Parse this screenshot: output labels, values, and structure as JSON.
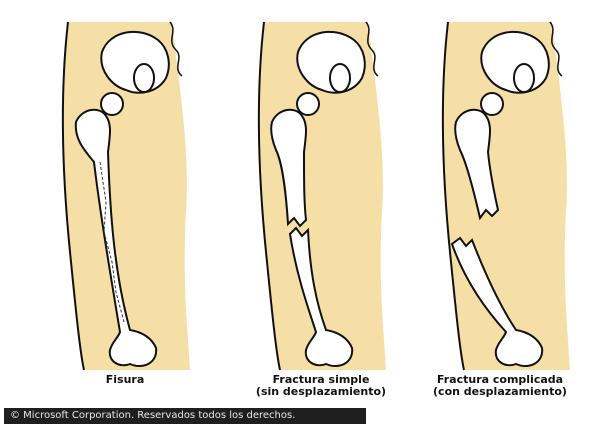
{
  "panels": [
    {
      "caption_line1": "Fisura",
      "caption_line2": ""
    },
    {
      "caption_line1": "Fractura simple",
      "caption_line2": "(sin desplazamiento)"
    },
    {
      "caption_line1": "Fractura complicada",
      "caption_line2": "(con desplazamiento)"
    }
  ],
  "copyright": "© Microsoft Corporation. Reservados todos los derechos.",
  "colors": {
    "skin": "#f5dfa6",
    "bone": "#ffffff",
    "outline": "#111111",
    "stipple": "#333333"
  }
}
